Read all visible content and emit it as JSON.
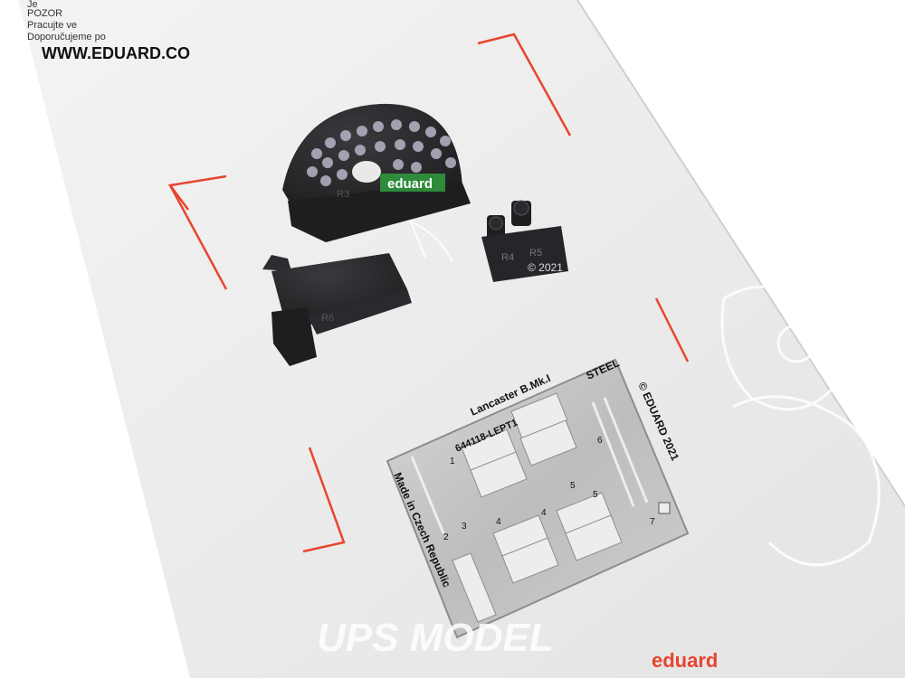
{
  "card": {
    "header_lines": [
      "Je",
      "POZOR",
      "Pracujte ve",
      "Doporučujeme po"
    ],
    "website": "WWW.EDUARD.CO",
    "footer_brand": "eduard",
    "watermark": "UPS MODEL"
  },
  "resin_parts": {
    "panel_brand": "eduard",
    "panel_part_label": "R3",
    "small_part_labels": [
      "R4",
      "R5"
    ],
    "copyright": "© 2021",
    "seat_label": "R6"
  },
  "photo_etch": {
    "code": "644118-LEPT1",
    "title": "Lancaster B.Mk.I",
    "material": "STEEL",
    "copyright": "© EDUARD 2021",
    "origin": "Made in Czech Republic",
    "part_numbers": [
      "1",
      "2",
      "3",
      "4",
      "4",
      "5",
      "5",
      "6",
      "7"
    ]
  },
  "colors": {
    "card_bg": "#eeeeee",
    "accent_red": "#e8452e",
    "resin_black": "#2a2a2c",
    "steel": "#c9c9c9",
    "brand_green": "#2e8b3a"
  }
}
